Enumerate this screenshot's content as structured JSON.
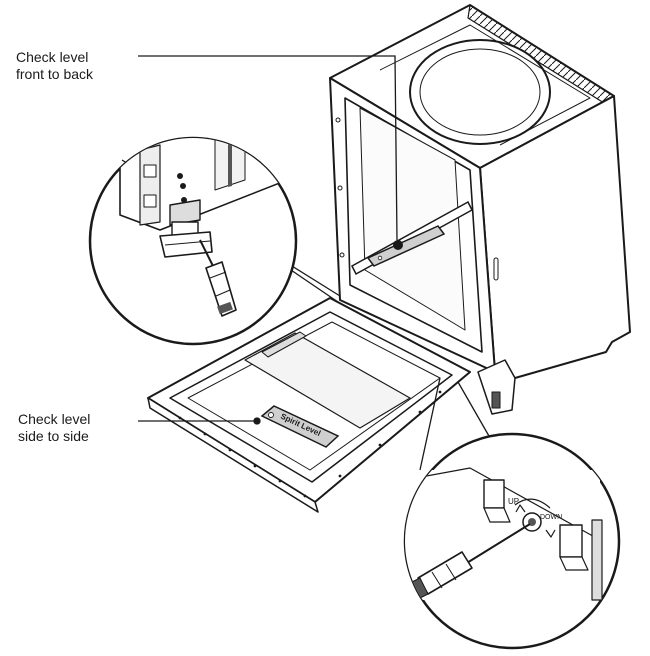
{
  "labels": {
    "front_to_back": [
      "Check level",
      "front to back"
    ],
    "side_to_side": [
      "Check level",
      "side to side"
    ]
  },
  "spirit_level_text": "Spirit Level",
  "adjuster": {
    "up": "UP",
    "down": "DOWN"
  },
  "colors": {
    "line": "#1a1a1a",
    "fill": "#ffffff",
    "shade": "#d8d8d8",
    "dark": "#555555"
  }
}
